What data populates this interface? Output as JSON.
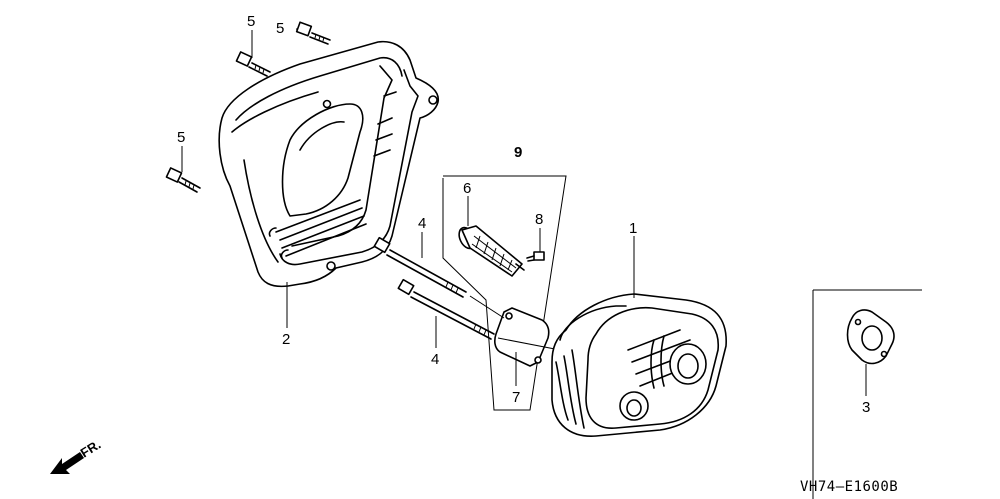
{
  "callouts": {
    "c1": "1",
    "c2": "2",
    "c3": "3",
    "c4a": "4",
    "c4b": "4",
    "c5a": "5",
    "c5b": "5",
    "c5c": "5",
    "c6": "6",
    "c7": "7",
    "c8": "8",
    "c9": "9"
  },
  "direction_label": "FR.",
  "diagram_code": "VH74—E1600B"
}
